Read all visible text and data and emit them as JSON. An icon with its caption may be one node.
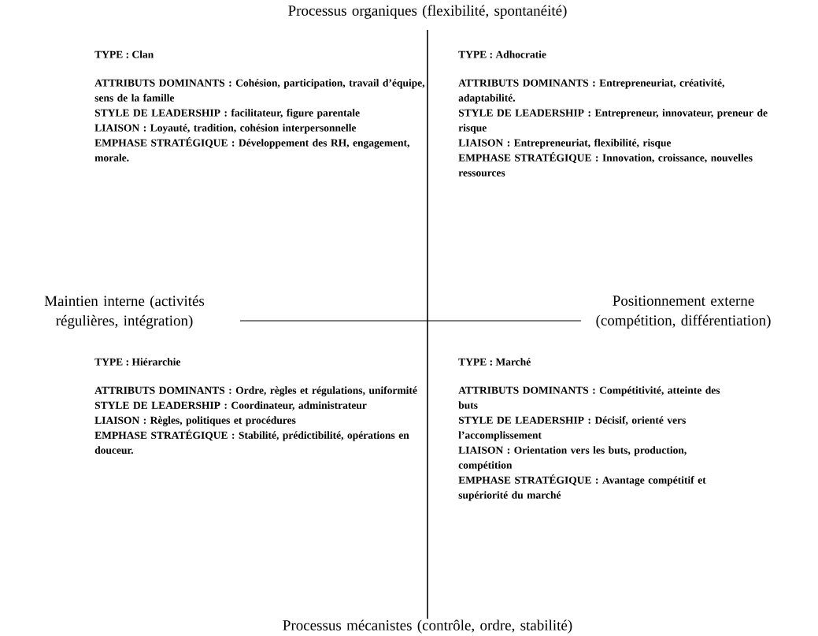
{
  "diagram": {
    "labels": [
      "Processus organiques (flexibilité, spontanéité)",
      "TYPE : Clan",
      "ATTRIBUTS DOMINANTS : Cohésion, participation, travail d’équipe, sens de la famille",
      "STYLE DE LEADERSHIP : facilitateur, figure parentale",
      "LIAISON : Loyauté, tradition, cohésion interpersonnelle",
      "EMPHASE STRATÉGIQUE : Développement des RH, engagement, morale.",
      "TYPE : Adhocratie",
      "ATTRIBUTS DOMINANTS : Entrepreneuriat, créativité, adaptabilité.",
      "STYLE DE LEADERSHIP : Entrepreneur, innovateur, preneur de risque",
      "LIAISON : Entrepreneuriat, flexibilité, risque",
      "EMPHASE STRATÉGIQUE : Innovation, croissance, nouvelles ressources",
      "Maintien interne (activités régulières, intégration)",
      "Positionnement externe (compétition, différentiation)",
      "TYPE : Hiérarchie",
      "ATTRIBUTS DOMINANTS : Ordre, règles et régulations, uniformité",
      "STYLE DE LEADERSHIP : Coordinateur, administrateur",
      "LIAISON : Règles, politiques et procédures",
      "EMPHASE STRATÉGIQUE : Stabilité, prédictibilité, opérations en douceur.",
      "TYPE : Marché",
      "ATTRIBUTS DOMINANTS : Compétitivité, atteinte des buts",
      "STYLE DE LEADERSHIP : Décisif, orienté vers l’accomplissement",
      "LIAISON : Orientation vers les buts, production, compétition",
      "EMPHASE STRATÉGIQUE : Avantage compétitif et supériorité du marché",
      "Processus mécanistes (contrôle, ordre, stabilité)"
    ]
  }
}
